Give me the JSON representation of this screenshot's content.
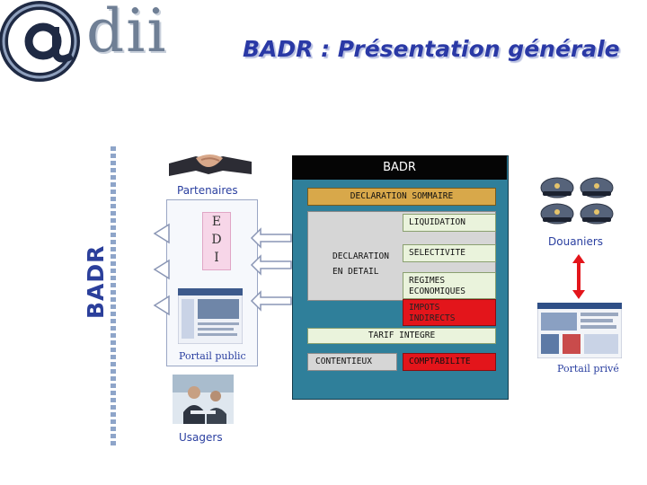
{
  "header": {
    "logo_text": "dii",
    "title": "BADR : Présentation générale"
  },
  "side_label": "BADR",
  "left": {
    "partenaires": "Partenaires",
    "edi": [
      "E",
      "D",
      "I"
    ],
    "portail_public": "Portail public",
    "usagers": "Usagers"
  },
  "panel": {
    "title": "BADR",
    "declaration_sommaire": "DECLARATION SOMMAIRE",
    "liquidation": "LIQUIDATION",
    "declaration": "DECLARATION",
    "en_detail": "EN DETAIL",
    "selectivite": "SELECTIVITE",
    "regimes": [
      "REGIMES",
      "ECONOMIQUES"
    ],
    "impots": [
      "IMPOTS",
      "INDIRECTS"
    ],
    "tarif": "TARIF INTEGRE",
    "contentieux": "CONTENTIEUX",
    "comptabilite": "COMPTABILITE"
  },
  "right": {
    "douaniers": "Douaniers",
    "portail_prive": "Portail privé"
  },
  "colors": {
    "title": "#2a39a6",
    "panel": "#2f7f9a",
    "gold": "#d8a84a",
    "red": "#e3151b",
    "light_green": "#eaf3dc"
  }
}
